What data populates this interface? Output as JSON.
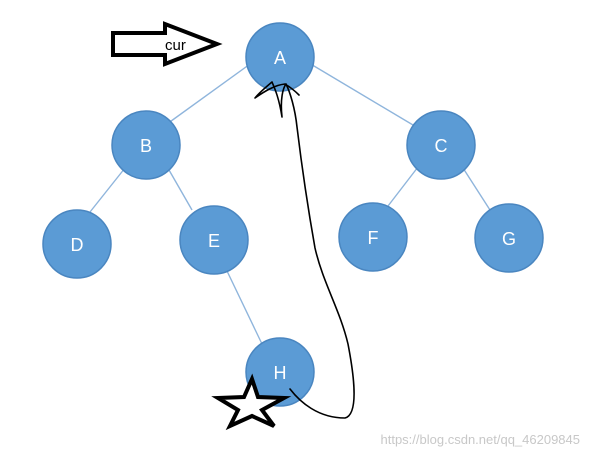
{
  "tree": {
    "nodes": [
      {
        "id": "A",
        "label": "A"
      },
      {
        "id": "B",
        "label": "B"
      },
      {
        "id": "C",
        "label": "C"
      },
      {
        "id": "D",
        "label": "D"
      },
      {
        "id": "E",
        "label": "E"
      },
      {
        "id": "F",
        "label": "F"
      },
      {
        "id": "G",
        "label": "G"
      },
      {
        "id": "H",
        "label": "H"
      }
    ],
    "edges": [
      [
        "A",
        "B"
      ],
      [
        "A",
        "C"
      ],
      [
        "B",
        "D"
      ],
      [
        "B",
        "E"
      ],
      [
        "C",
        "F"
      ],
      [
        "C",
        "G"
      ],
      [
        "E",
        "H"
      ]
    ],
    "colors": {
      "node_fill": "#5b9bd5",
      "edge": "#8fb5dc",
      "label": "#ffffff"
    }
  },
  "pointer": {
    "label": "cur",
    "points_to": "A",
    "icon": "right-arrow-outline-icon"
  },
  "traversal_path": {
    "from": "H",
    "to": "A",
    "icon": "hand-drawn-return-arrow"
  },
  "marker": {
    "icon": "star-outline-icon",
    "near": "H"
  },
  "watermark": {
    "text": "https://blog.csdn.net/qq_46209845"
  }
}
